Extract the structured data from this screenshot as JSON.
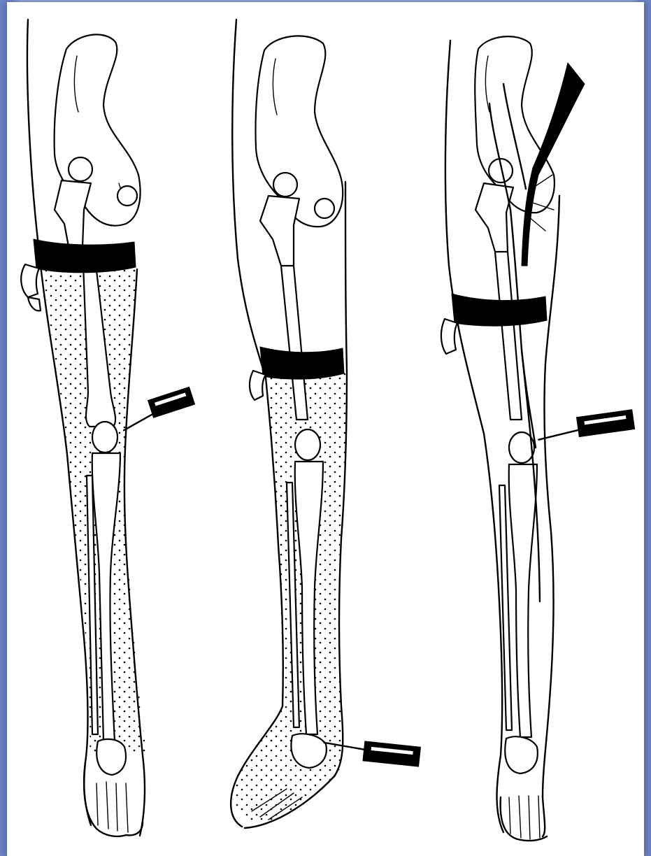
{
  "figure": {
    "panels": [
      {
        "name": "leg-left",
        "tourniquet": "thigh",
        "injection_site": "knee",
        "shading": "stippled"
      },
      {
        "name": "leg-middle",
        "tourniquet": "above-knee",
        "injection_site": "ankle",
        "shading": "stippled"
      },
      {
        "name": "leg-right",
        "tourniquet": "above-knee",
        "injection_site": "knee",
        "shading": "none"
      }
    ],
    "colors": {
      "ink": "#000000",
      "paper": "#ffffff",
      "border": "#8fa3d8"
    }
  }
}
